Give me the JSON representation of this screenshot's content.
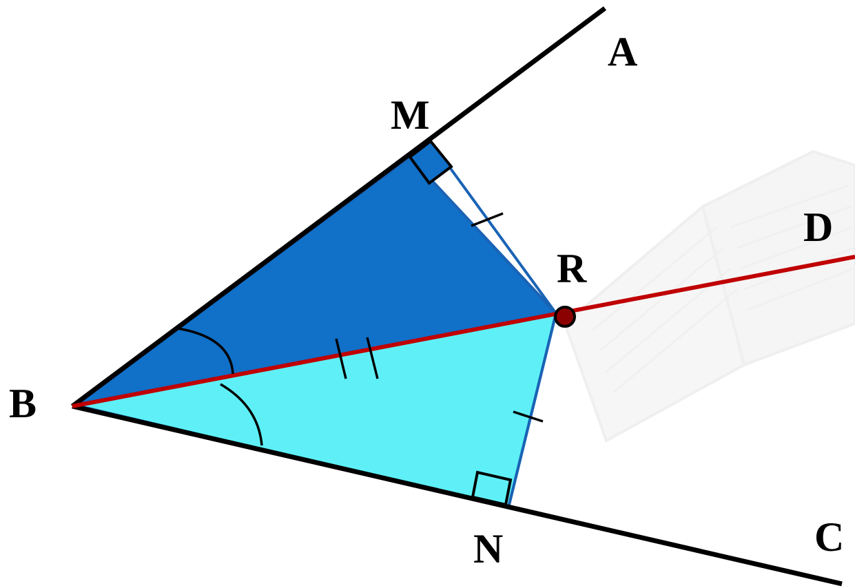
{
  "diagram": {
    "points": {
      "A": "A",
      "B": "B",
      "C": "C",
      "D": "D",
      "M": "M",
      "N": "N",
      "R": "R"
    },
    "colors": {
      "ray": "#000000",
      "bisector": "#c00000",
      "triangle_bmr": "#1170c8",
      "triangle_bnr": "#5ef0f6",
      "triangle_edge": "#1a63b5",
      "point_r": "#8b0000",
      "book_watermark": "#ececec"
    },
    "marks": {
      "right_angle_at": [
        "M",
        "N"
      ],
      "equal_angles": [
        "MBR",
        "RBN"
      ],
      "single_tick_segments": [
        "MR",
        "NR"
      ],
      "double_tick_segment": "BR"
    },
    "watermark": "open-book"
  }
}
